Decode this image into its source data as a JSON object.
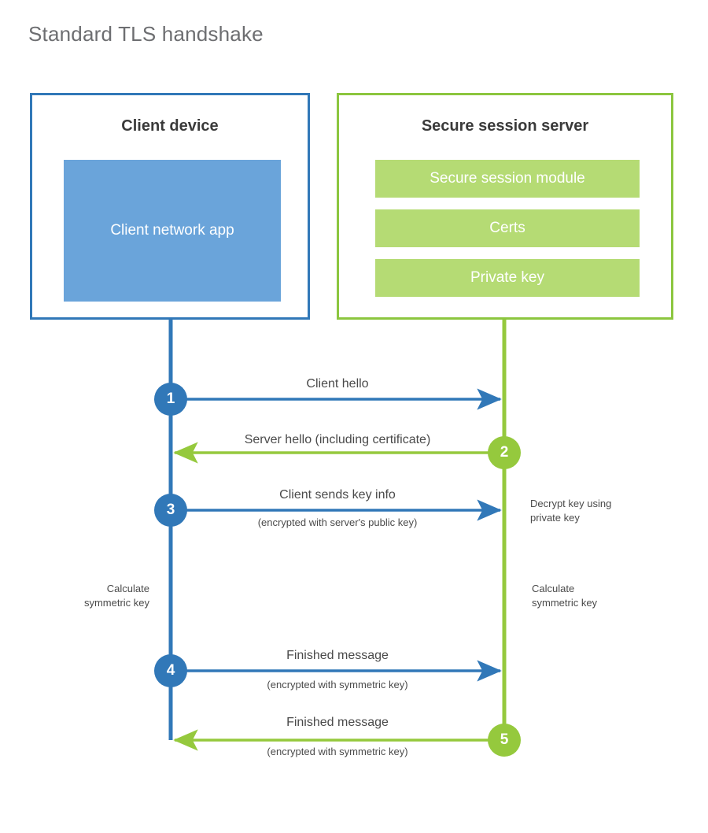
{
  "title": "Standard TLS handshake",
  "colors": {
    "client_border": "#3178b8",
    "client_app_fill": "#6aa4da",
    "server_border": "#8cc63f",
    "server_bar_fill": "#b5db74",
    "client_arrow": "#3178b8",
    "server_arrow": "#95c93d",
    "title_text": "#6d6e71",
    "body_text": "#4a4a4a"
  },
  "client": {
    "title": "Client device",
    "app_label": "Client network app"
  },
  "server": {
    "title": "Secure session server",
    "bars": [
      {
        "label": "Secure session module"
      },
      {
        "label": "Certs"
      },
      {
        "label": "Private key"
      }
    ]
  },
  "steps": [
    {
      "number": "1",
      "label": "Client hello",
      "sub": "",
      "direction": "client-to-server",
      "color": "#3178b8"
    },
    {
      "number": "2",
      "label": "Server hello (including certificate)",
      "sub": "",
      "direction": "server-to-client",
      "color": "#95c93d"
    },
    {
      "number": "3",
      "label": "Client sends key info",
      "sub": "(encrypted with server's public key)",
      "direction": "client-to-server",
      "color": "#3178b8"
    },
    {
      "number": "4",
      "label": "Finished message",
      "sub": "(encrypted with symmetric key)",
      "direction": "client-to-server",
      "color": "#3178b8"
    },
    {
      "number": "5",
      "label": "Finished message",
      "sub": "(encrypted with symmetric key)",
      "direction": "server-to-client",
      "color": "#95c93d"
    }
  ],
  "annotations": {
    "decrypt_note": "Decrypt key using\nprivate key",
    "client_calculate": "Calculate\nsymmetric key",
    "server_calculate": "Calculate\nsymmetric key"
  }
}
